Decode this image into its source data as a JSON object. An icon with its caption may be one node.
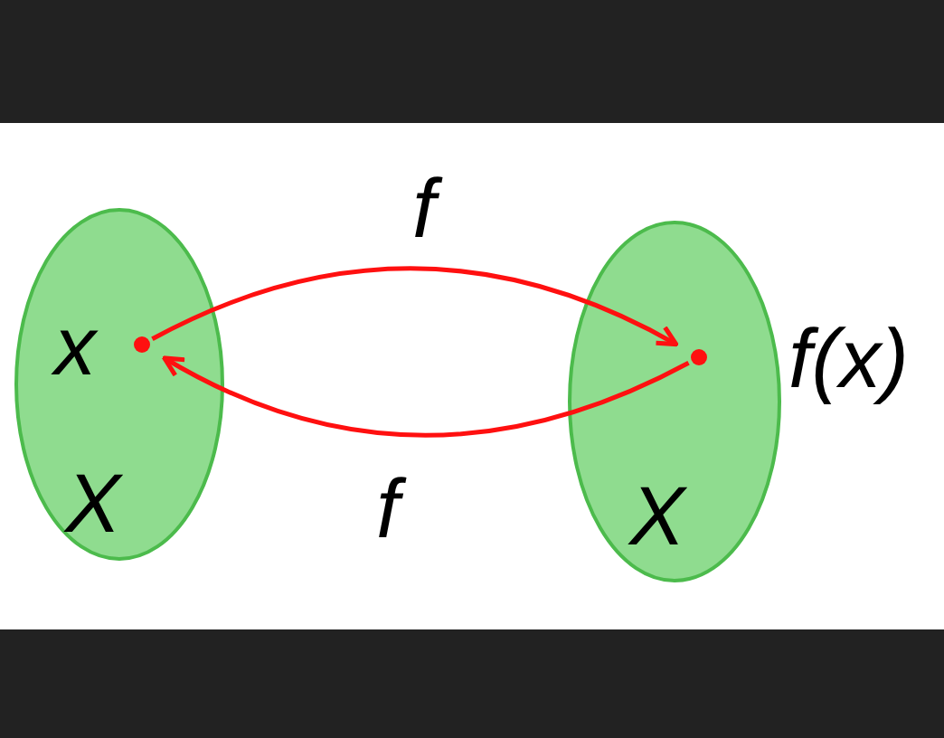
{
  "diagram": {
    "nodes": [
      {
        "text": [
          "X"
        ]
      },
      {
        "text": [],
        "shape": "circle",
        "in": 0,
        "beside": [
          "x"
        ]
      },
      {
        "text": [
          "X"
        ]
      },
      {
        "text": [],
        "shape": "circle",
        "in": 2,
        "beside": [
          "f(x)"
        ]
      }
    ],
    "edges": [
      {
        "from": 1,
        "to": 3,
        "arrow": "to",
        "label": "f"
      },
      {
        "from": 3,
        "to": 1,
        "arrow": "to",
        "label": "f"
      }
    ]
  }
}
